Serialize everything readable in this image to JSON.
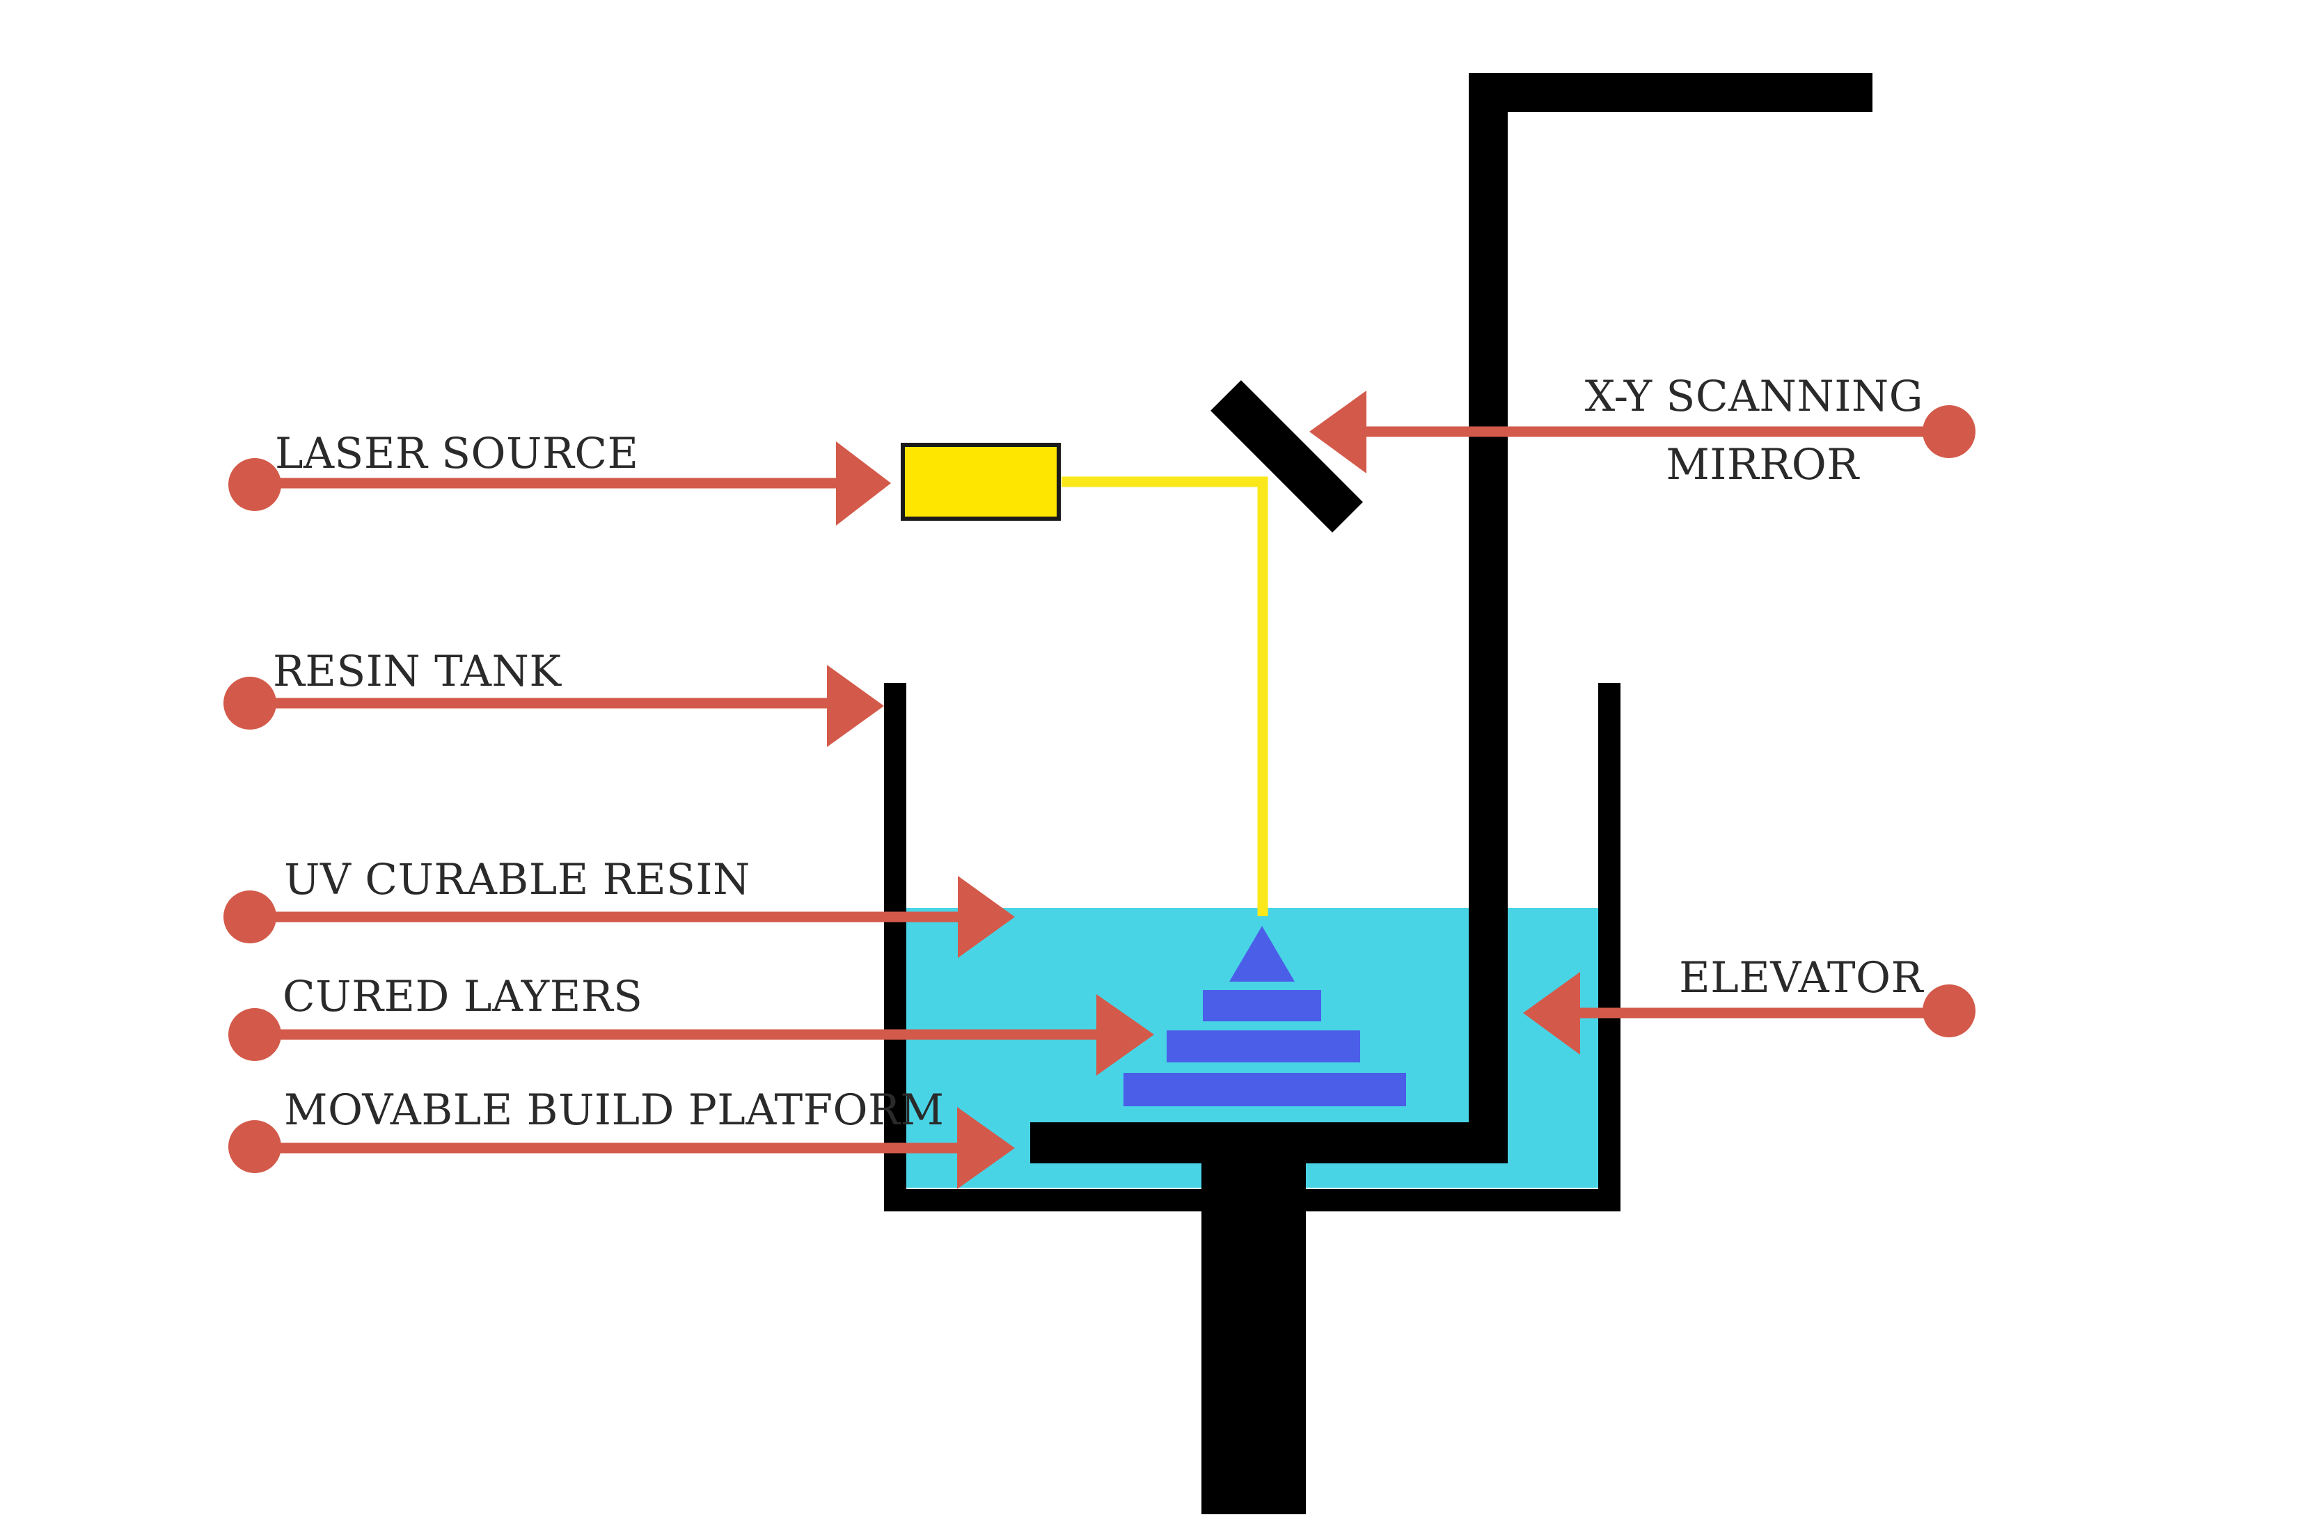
{
  "colors": {
    "background": "#ffffff",
    "arrow": "#d35a4a",
    "structure": "#000000",
    "resin": "#49d4e6",
    "cured_layers": "#4a5ee8",
    "laser_source": "#ffe600",
    "laser_beam": "#fbe81a",
    "label_text": "#2a2a2a"
  },
  "labels": {
    "laser_source": "LASER SOURCE",
    "resin_tank": "RESIN TANK",
    "uv_curable_resin": "UV CURABLE RESIN",
    "cured_layers": "CURED LAYERS",
    "movable_build_platform": "MOVABLE BUILD PLATFORM",
    "xy_scanning_mirror_line1": "X-Y SCANNING",
    "xy_scanning_mirror_line2": "MIRROR",
    "elevator": "ELEVATOR"
  },
  "icons": {
    "label_pointer": "arrow-with-dot-icon"
  }
}
